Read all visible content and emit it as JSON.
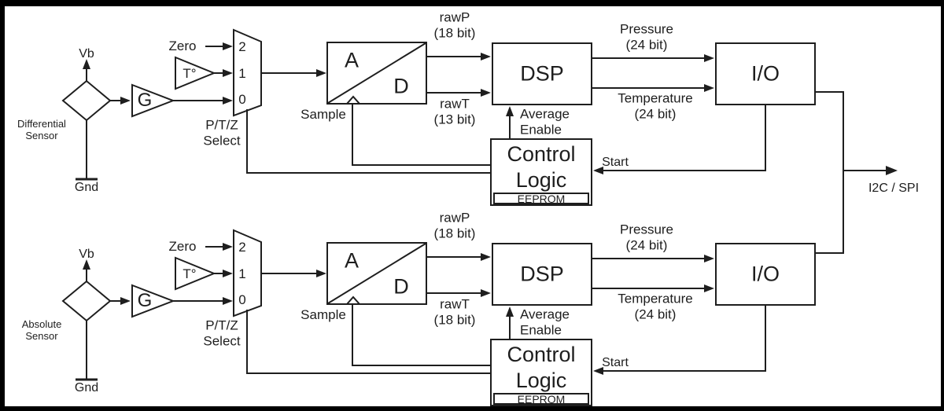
{
  "colors": {
    "ink": "#1e1e1e",
    "paper": "#ffffff"
  },
  "output_bus": {
    "label": "I2C / SPI"
  },
  "chains": [
    {
      "sensor": {
        "type_line1": "Differential",
        "type_line2": "Sensor",
        "vb": "Vb",
        "gnd": "Gnd"
      },
      "gain_amp": "G",
      "temp_sensor": "T°",
      "zero_input": "Zero",
      "mux": {
        "input2": "2",
        "input1": "1",
        "input0": "0",
        "select_line1": "P/T/Z",
        "select_line2": "Select"
      },
      "adc": {
        "analog": "A",
        "digital": "D",
        "sample": "Sample"
      },
      "raw_pressure_line1": "rawP",
      "raw_pressure_line2": "(18 bit)",
      "raw_temp_line1": "rawT",
      "raw_temp_line2": "(13 bit)",
      "dsp": "DSP",
      "pressure_line1": "Pressure",
      "pressure_line2": "(24 bit)",
      "temperature_line1": "Temperature",
      "temperature_line2": "(24 bit)",
      "io": "I/O",
      "control_line1": "Control",
      "control_line2": "Logic",
      "eeprom": "EEPROM",
      "average_line1": "Average",
      "average_line2": "Enable",
      "start": "Start"
    },
    {
      "sensor": {
        "type_line1": "Absolute",
        "type_line2": "Sensor",
        "vb": "Vb",
        "gnd": "Gnd"
      },
      "gain_amp": "G",
      "temp_sensor": "T°",
      "zero_input": "Zero",
      "mux": {
        "input2": "2",
        "input1": "1",
        "input0": "0",
        "select_line1": "P/T/Z",
        "select_line2": "Select"
      },
      "adc": {
        "analog": "A",
        "digital": "D",
        "sample": "Sample"
      },
      "raw_pressure_line1": "rawP",
      "raw_pressure_line2": "(18 bit)",
      "raw_temp_line1": "rawT",
      "raw_temp_line2": "(18 bit)",
      "dsp": "DSP",
      "pressure_line1": "Pressure",
      "pressure_line2": "(24 bit)",
      "temperature_line1": "Temperature",
      "temperature_line2": "(24 bit)",
      "io": "I/O",
      "control_line1": "Control",
      "control_line2": "Logic",
      "eeprom": "EEPROM",
      "average_line1": "Average",
      "average_line2": "Enable",
      "start": "Start"
    }
  ]
}
